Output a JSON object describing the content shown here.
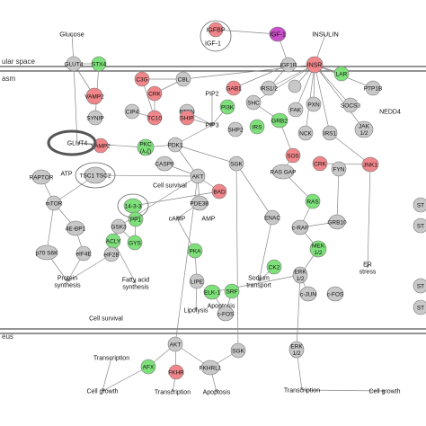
{
  "compartments": {
    "extracellular": "ular space",
    "cytoplasm": "asm",
    "nucleus": "eus"
  },
  "colors": {
    "gray": "#c8c8c8",
    "red": "#f0868a",
    "light_red": "#f6b2b0",
    "green": "#7ee07a",
    "light_green": "#b9efb0",
    "purple": "#c850c8",
    "membrane": "#555555",
    "edge": "#888888"
  },
  "nodes": [
    {
      "id": "insulin",
      "label": "INSULIN",
      "color": "purple"
    },
    {
      "id": "igf1",
      "label": "IGF-1",
      "color": "purple"
    },
    {
      "id": "igfbp",
      "label": "IGFBP",
      "color": "red"
    },
    {
      "id": "igf1c",
      "label": "IGF-1",
      "color": "none"
    },
    {
      "id": "glucose",
      "label": "Glucose",
      "color": "none"
    },
    {
      "id": "glut4a",
      "label": "GLUT4",
      "color": "gray"
    },
    {
      "id": "stx4",
      "label": "STX4",
      "color": "green"
    },
    {
      "id": "igf1r",
      "label": "IGF1R",
      "color": "gray"
    },
    {
      "id": "insr",
      "label": "INSR",
      "color": "red"
    },
    {
      "id": "lar",
      "label": "LAR",
      "color": "green"
    },
    {
      "id": "ptp1b",
      "label": "PTP1B",
      "color": "gray"
    },
    {
      "id": "cbl",
      "label": "CBL",
      "color": "gray"
    },
    {
      "id": "c3g",
      "label": "C3G",
      "color": "red"
    },
    {
      "id": "vamp2a",
      "label": "VAMP2",
      "color": "red"
    },
    {
      "id": "crk1",
      "label": "CRK",
      "color": "red"
    },
    {
      "id": "pip2",
      "label": "PIP2",
      "color": "none"
    },
    {
      "id": "gab1",
      "label": "GAB1",
      "color": "red"
    },
    {
      "id": "irs12a",
      "label": "IRS1/2",
      "color": "gray"
    },
    {
      "id": "appl1",
      "label": "",
      "color": "gray"
    },
    {
      "id": "socs3",
      "label": "SOCS3",
      "color": "gray"
    },
    {
      "id": "nedd4",
      "label": "NEDD4",
      "color": "none"
    },
    {
      "id": "cip4",
      "label": "CIP4",
      "color": "gray"
    },
    {
      "id": "pten",
      "label": "PTEN",
      "color": "gray"
    },
    {
      "id": "synip",
      "label": "SYNIP",
      "color": "gray"
    },
    {
      "id": "tc10",
      "label": "TC10",
      "color": "red"
    },
    {
      "id": "ship",
      "label": "SHIP",
      "color": "red"
    },
    {
      "id": "pip3",
      "label": "PIP3",
      "color": "none"
    },
    {
      "id": "pi3k",
      "label": "PI3K",
      "color": "green"
    },
    {
      "id": "shc",
      "label": "SHC",
      "color": "gray"
    },
    {
      "id": "fak",
      "label": "FAK",
      "color": "gray"
    },
    {
      "id": "pxn",
      "label": "PXN",
      "color": "gray"
    },
    {
      "id": "jak12",
      "label": "JAK\n1/2",
      "color": "gray"
    },
    {
      "id": "shp2",
      "label": "SHP2",
      "color": "gray"
    },
    {
      "id": "irs",
      "label": "IRS",
      "color": "green"
    },
    {
      "id": "grb2",
      "label": "GRB2",
      "color": "green"
    },
    {
      "id": "nck",
      "label": "NCK",
      "color": "gray"
    },
    {
      "id": "irs1",
      "label": "IRS1",
      "color": "gray"
    },
    {
      "id": "glut4b",
      "label": "GLUT4",
      "color": "gray"
    },
    {
      "id": "vamp2b",
      "label": "VAMP2",
      "color": "red"
    },
    {
      "id": "pkc",
      "label": "PKC\n(λ,ζ)",
      "color": "green"
    },
    {
      "id": "pdk1",
      "label": "PDK1",
      "color": "gray"
    },
    {
      "id": "raptor",
      "label": "RAPTOR",
      "color": "gray"
    },
    {
      "id": "atp",
      "label": "ATP",
      "color": "none"
    },
    {
      "id": "tsc1tsc2",
      "label": "TSC1 TSC2",
      "color": "gray"
    },
    {
      "id": "casp9",
      "label": "CASP9",
      "color": "gray"
    },
    {
      "id": "sgk1",
      "label": "SGK",
      "color": "gray"
    },
    {
      "id": "sos",
      "label": "SOS",
      "color": "red"
    },
    {
      "id": "crk2",
      "label": "CRK",
      "color": "red"
    },
    {
      "id": "fyn",
      "label": "FYN",
      "color": "gray"
    },
    {
      "id": "jnk1",
      "label": "JNK1",
      "color": "red"
    },
    {
      "id": "rasgap",
      "label": "RAS GAP",
      "color": "gray"
    },
    {
      "id": "akt1",
      "label": "AKT",
      "color": "gray"
    },
    {
      "id": "cellsurv1",
      "label": "Cell survival",
      "color": "none"
    },
    {
      "id": "mtor",
      "label": "mTOR",
      "color": "gray"
    },
    {
      "id": "bad",
      "label": "BAD",
      "color": "red"
    },
    {
      "id": "pde3b",
      "label": "PDE3B",
      "color": "gray"
    },
    {
      "id": "p1433",
      "label": "14-3-3",
      "color": "green"
    },
    {
      "id": "pp1",
      "label": "PP1",
      "color": "green"
    },
    {
      "id": "camp",
      "label": "cAMP",
      "color": "none"
    },
    {
      "id": "amp",
      "label": "AMP",
      "color": "none"
    },
    {
      "id": "ras",
      "label": "RAS",
      "color": "green"
    },
    {
      "id": "grb10",
      "label": "GRB10",
      "color": "gray"
    },
    {
      "id": "stright1",
      "label": "ST",
      "color": "gray"
    },
    {
      "id": "stright2",
      "label": "ST",
      "color": "gray"
    },
    {
      "id": "gsk3",
      "label": "GSK3",
      "color": "gray"
    },
    {
      "id": "enac",
      "label": "ENAC",
      "color": "gray"
    },
    {
      "id": "craf",
      "label": "c-RAF",
      "color": "gray"
    },
    {
      "id": "ebp1",
      "label": "4E-BP1",
      "color": "gray"
    },
    {
      "id": "acly",
      "label": "ACLY",
      "color": "green"
    },
    {
      "id": "gys",
      "label": "GYS",
      "color": "green"
    },
    {
      "id": "p70s6k",
      "label": "p70 S6K",
      "color": "gray"
    },
    {
      "id": "eif4e",
      "label": "eIF4E",
      "color": "gray"
    },
    {
      "id": "eif2b",
      "label": "eIF2B",
      "color": "gray"
    },
    {
      "id": "pka",
      "label": "PKA",
      "color": "green"
    },
    {
      "id": "mek12",
      "label": "MEK\n1/2",
      "color": "green"
    },
    {
      "id": "er",
      "label": "ER\nstress",
      "color": "none"
    },
    {
      "id": "protsyn",
      "label": "Protein\nsynthesis",
      "color": "none"
    },
    {
      "id": "fattyacid",
      "label": "Fatty acid\nsynthesis",
      "color": "none"
    },
    {
      "id": "ck2",
      "label": "CK2",
      "color": "green"
    },
    {
      "id": "sodium",
      "label": "Sodium\ntransport",
      "color": "none"
    },
    {
      "id": "erk12a",
      "label": "ERK\n1/2",
      "color": "gray"
    },
    {
      "id": "lipe",
      "label": "LIPE",
      "color": "gray"
    },
    {
      "id": "elk1",
      "label": "ELK-1",
      "color": "green"
    },
    {
      "id": "srf",
      "label": "SRF",
      "color": "green"
    },
    {
      "id": "cjun",
      "label": "c-JUN",
      "color": "gray"
    },
    {
      "id": "cfos1",
      "label": "c-FOS",
      "color": "gray"
    },
    {
      "id": "lipolysis",
      "label": "Lipolysis",
      "color": "none"
    },
    {
      "id": "apoptosis1",
      "label": "Apoptosis",
      "color": "none"
    },
    {
      "id": "cfos2",
      "label": "c-FOS",
      "color": "gray"
    },
    {
      "id": "cellsurv2",
      "label": "Cell survival",
      "color": "none"
    },
    {
      "id": "stright3",
      "label": "ST",
      "color": "gray"
    },
    {
      "id": "stright4",
      "label": "ST",
      "color": "gray"
    },
    {
      "id": "akt2",
      "label": "AKT",
      "color": "gray"
    },
    {
      "id": "sgk2",
      "label": "SGK",
      "color": "gray"
    },
    {
      "id": "erk12b",
      "label": "ERK\n1/2",
      "color": "gray"
    },
    {
      "id": "transcr1",
      "label": "Transcription",
      "color": "none"
    },
    {
      "id": "afx",
      "label": "AFX",
      "color": "green"
    },
    {
      "id": "fkhr",
      "label": "FKHR",
      "color": "red"
    },
    {
      "id": "fkhrl1",
      "label": "FKHRL1",
      "color": "gray"
    },
    {
      "id": "cellgrowth1",
      "label": "Cell growth",
      "color": "none"
    },
    {
      "id": "transcr2",
      "label": "Transcription",
      "color": "none"
    },
    {
      "id": "apoptosis2",
      "label": "Apoptosis",
      "color": "none"
    },
    {
      "id": "transcr3",
      "label": "Transcription",
      "color": "none"
    },
    {
      "id": "cellgrowth2",
      "label": "Cell growth",
      "color": "none"
    }
  ],
  "edges": [
    [
      "glucose",
      "glut4a"
    ],
    [
      "igf1",
      "igf1r"
    ],
    [
      "insulin",
      "insr"
    ],
    [
      "igfbp",
      "igf1"
    ],
    [
      "igf1r",
      "irs12a"
    ],
    [
      "igf1r",
      "gab1"
    ],
    [
      "insr",
      "irs12a"
    ],
    [
      "insr",
      "cbl"
    ],
    [
      "insr",
      "shc"
    ],
    [
      "insr",
      "lar"
    ],
    [
      "insr",
      "ptp1b"
    ],
    [
      "insr",
      "socs3"
    ],
    [
      "insr",
      "jak12"
    ],
    [
      "insr",
      "irs1"
    ],
    [
      "insr",
      "fak"
    ],
    [
      "insr",
      "pxn"
    ],
    [
      "insr",
      "nck"
    ],
    [
      "insr",
      "appl1"
    ],
    [
      "cbl",
      "c3g"
    ],
    [
      "cbl",
      "crk1"
    ],
    [
      "c3g",
      "tc10"
    ],
    [
      "crk1",
      "tc10"
    ],
    [
      "tc10",
      "cip4"
    ],
    [
      "pi3k",
      "pip3"
    ],
    [
      "pip2",
      "pip3"
    ],
    [
      "pten",
      "pip3"
    ],
    [
      "ship",
      "pip3"
    ],
    [
      "pip3",
      "pdk1"
    ],
    [
      "pdk1",
      "pkc"
    ],
    [
      "pdk1",
      "akt1"
    ],
    [
      "pdk1",
      "sgk1"
    ],
    [
      "pkc",
      "glut4b"
    ],
    [
      "vamp2b",
      "glut4b"
    ],
    [
      "glut4b",
      "glut4a"
    ],
    [
      "stx4",
      "glut4a"
    ],
    [
      "vamp2a",
      "glut4a"
    ],
    [
      "synip",
      "stx4"
    ],
    [
      "shc",
      "grb2"
    ],
    [
      "grb2",
      "sos"
    ],
    [
      "sos",
      "rasgap"
    ],
    [
      "rasgap",
      "ras"
    ],
    [
      "ras",
      "craf"
    ],
    [
      "craf",
      "mek12"
    ],
    [
      "mek12",
      "erk12a"
    ],
    [
      "erk12a",
      "elk1"
    ],
    [
      "erk12a",
      "cjun"
    ],
    [
      "elk1",
      "cfos2"
    ],
    [
      "srf",
      "cfos2"
    ],
    [
      "akt1",
      "tsc1tsc2"
    ],
    [
      "tsc1tsc2",
      "mtor"
    ],
    [
      "raptor",
      "mtor"
    ],
    [
      "mtor",
      "ebp1"
    ],
    [
      "mtor",
      "p70s6k"
    ],
    [
      "ebp1",
      "eif4e"
    ],
    [
      "eif4e",
      "protsyn"
    ],
    [
      "p70s6k",
      "protsyn"
    ],
    [
      "eif2b",
      "protsyn"
    ],
    [
      "akt1",
      "bad"
    ],
    [
      "akt1",
      "pde3b"
    ],
    [
      "akt1",
      "gsk3"
    ],
    [
      "akt1",
      "casp9"
    ],
    [
      "p1433",
      "bad"
    ],
    [
      "gsk3",
      "gys"
    ],
    [
      "gsk3",
      "eif2b"
    ],
    [
      "pp1",
      "gys"
    ],
    [
      "acly",
      "fattyacid"
    ],
    [
      "pde3b",
      "camp"
    ],
    [
      "camp",
      "pka"
    ],
    [
      "pka",
      "lipe"
    ],
    [
      "lipe",
      "lipolysis"
    ],
    [
      "sgk1",
      "enac"
    ],
    [
      "enac",
      "sodium"
    ],
    [
      "ck2",
      "sodium"
    ],
    [
      "jnk1",
      "er"
    ],
    [
      "irs1",
      "jnk1"
    ],
    [
      "crk2",
      "jnk1"
    ],
    [
      "fyn",
      "grb10"
    ],
    [
      "grb10",
      "craf"
    ],
    [
      "akt1",
      "akt2"
    ],
    [
      "sgk1",
      "sgk2"
    ],
    [
      "erk12a",
      "erk12b"
    ],
    [
      "akt2",
      "afx"
    ],
    [
      "akt2",
      "fkhr"
    ],
    [
      "akt2",
      "fkhrl1"
    ],
    [
      "sgk2",
      "fkhrl1"
    ],
    [
      "afx",
      "cellgrowth1"
    ],
    [
      "fkhr",
      "transcr2"
    ],
    [
      "fkhrl1",
      "apoptosis2"
    ],
    [
      "transcr1",
      "cellgrowth1"
    ],
    [
      "erk12b",
      "transcr3"
    ],
    [
      "transcr3",
      "cellgrowth2"
    ]
  ]
}
